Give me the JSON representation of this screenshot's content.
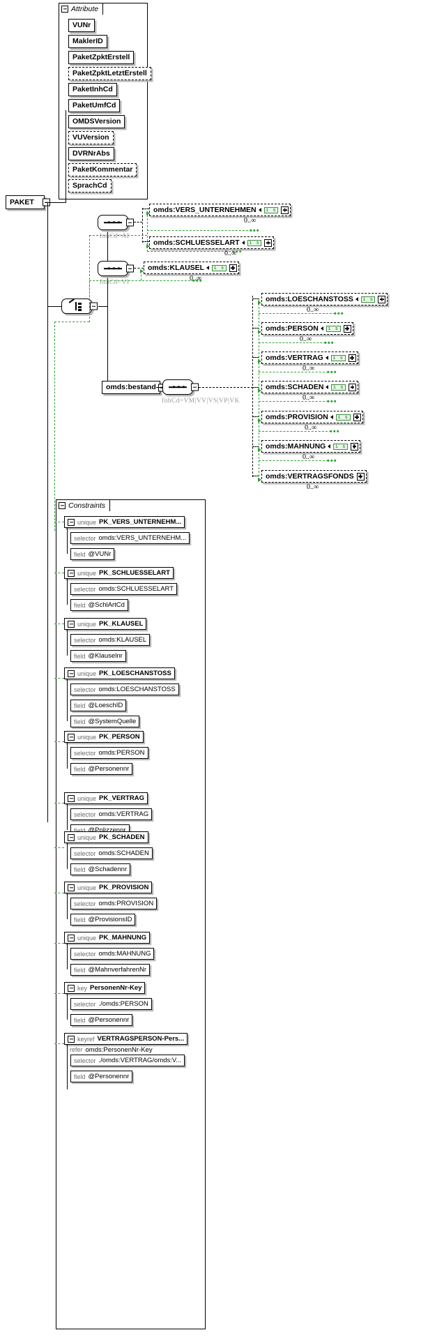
{
  "diagram": {
    "type": "xsd-schema-diagram",
    "root": {
      "label": "PAKET",
      "toggle": "minus"
    },
    "attribute_group": {
      "tab_label": "Attribute",
      "toggle": "minus",
      "items": [
        {
          "label": "VUNr",
          "optional": false
        },
        {
          "label": "MaklerID",
          "optional": false
        },
        {
          "label": "PaketZpktErstell",
          "optional": false
        },
        {
          "label": "PaketZpktLetztErstell",
          "optional": true
        },
        {
          "label": "PaketInhCd",
          "optional": false
        },
        {
          "label": "PaketUmfCd",
          "optional": false
        },
        {
          "label": "OMDSVersion",
          "optional": false
        },
        {
          "label": "VUVersion",
          "optional": true
        },
        {
          "label": "DVRNrAbs",
          "optional": false
        },
        {
          "label": "PaketKommentar",
          "optional": true
        },
        {
          "label": "SprachCd",
          "optional": true
        }
      ]
    },
    "compositors": [
      {
        "id": "seq-ai",
        "kind": "sequence",
        "note": "InhCd=AI"
      },
      {
        "id": "seq-vi",
        "kind": "sequence",
        "note": "InhCd=VI"
      },
      {
        "id": "choice-root",
        "kind": "choice",
        "note": ""
      },
      {
        "id": "seq-bestand",
        "kind": "sequence",
        "note": "InhCd=VM|VV|VS|VP|VK"
      }
    ],
    "bestand": {
      "label": "omds:bestand",
      "toggle": "minus"
    },
    "elements_ai": [
      {
        "label": "omds:VERS_UNTERNEHMEN",
        "badge": "i s",
        "occurs": "0..∞"
      },
      {
        "label": "omds:SCHLUESSELART",
        "badge": "i s",
        "occurs": "0..∞"
      }
    ],
    "elements_vi": [
      {
        "label": "omds:KLAUSEL",
        "badge": "i s",
        "occurs": "0..∞"
      }
    ],
    "elements_bestand": [
      {
        "label": "omds:LOESCHANSTOSS",
        "badge": "i s",
        "occurs": "0..∞"
      },
      {
        "label": "omds:PERSON",
        "badge": "i s",
        "occurs": "0..∞"
      },
      {
        "label": "omds:VERTRAG",
        "badge": "i s",
        "occurs": "0..∞"
      },
      {
        "label": "omds:SCHADEN",
        "badge": "i s",
        "occurs": "0..∞"
      },
      {
        "label": "omds:PROVISION",
        "badge": "i s",
        "occurs": "0..∞"
      },
      {
        "label": "omds:MAHNUNG",
        "badge": "i s",
        "occurs": "0..∞"
      },
      {
        "label": "omds:VERTRAGSFONDS",
        "badge": "i s",
        "occurs": "0..∞"
      }
    ],
    "constraints_group": {
      "tab_label": "Constraints",
      "toggle": "minus",
      "items": [
        {
          "kind": "unique",
          "name": "PK_VERS_UNTERNEHM...",
          "toggle": "minus",
          "selector": "omds:VERS_UNTERNEHM...",
          "fields": [
            "@VUNr"
          ]
        },
        {
          "kind": "unique",
          "name": "PK_SCHLUESSELART",
          "toggle": "minus",
          "selector": "omds:SCHLUESSELART",
          "fields": [
            "@SchlArtCd"
          ]
        },
        {
          "kind": "unique",
          "name": "PK_KLAUSEL",
          "toggle": "minus",
          "selector": "omds:KLAUSEL",
          "fields": [
            "@Klauselnr"
          ]
        },
        {
          "kind": "unique",
          "name": "PK_LOESCHANSTOSS",
          "toggle": "minus",
          "selector": "omds:LOESCHANSTOSS",
          "fields": [
            "@LoeschID",
            "@SystemQuelle"
          ]
        },
        {
          "kind": "unique",
          "name": "PK_PERSON",
          "toggle": "minus",
          "selector": "omds:PERSON",
          "fields": [
            "@Personennr"
          ]
        },
        {
          "kind": "unique",
          "name": "PK_VERTRAG",
          "toggle": "minus",
          "selector": "omds:VERTRAG",
          "fields": [
            "@Polizzennr"
          ]
        },
        {
          "kind": "unique",
          "name": "PK_SCHADEN",
          "toggle": "minus",
          "selector": "omds:SCHADEN",
          "fields": [
            "@Schadennr"
          ]
        },
        {
          "kind": "unique",
          "name": "PK_PROVISION",
          "toggle": "minus",
          "selector": "omds:PROVISION",
          "fields": [
            "@ProvisionsID"
          ]
        },
        {
          "kind": "unique",
          "name": "PK_MAHNUNG",
          "toggle": "minus",
          "selector": "omds:MAHNUNG",
          "fields": [
            "@MahnverfahrenNr"
          ]
        },
        {
          "kind": "key",
          "name": "PersonenNr-Key",
          "toggle": "minus",
          "selector": "./omds:PERSON",
          "fields": [
            "@Personennr"
          ]
        },
        {
          "kind": "keyref",
          "name": "VERTRAGSPERSON-Pers...",
          "toggle": "minus",
          "refer_label": "refer",
          "refer_value": "omds:PersonenNr-Key",
          "selector": "./omds:VERTRAG/omds:V...",
          "fields": [
            "@Personennr"
          ]
        }
      ],
      "labels": {
        "selector": "selector",
        "field": "field",
        "unique": "unique",
        "key": "key",
        "keyref": "keyref",
        "refer": "refer"
      }
    },
    "colors": {
      "line": "#000000",
      "green": "#2fa02f",
      "shadow": "#b9b9b9",
      "note": "#9a9a9a",
      "badge_bg": "#e9f6e9",
      "badge_fg": "#1e6b1e"
    }
  }
}
